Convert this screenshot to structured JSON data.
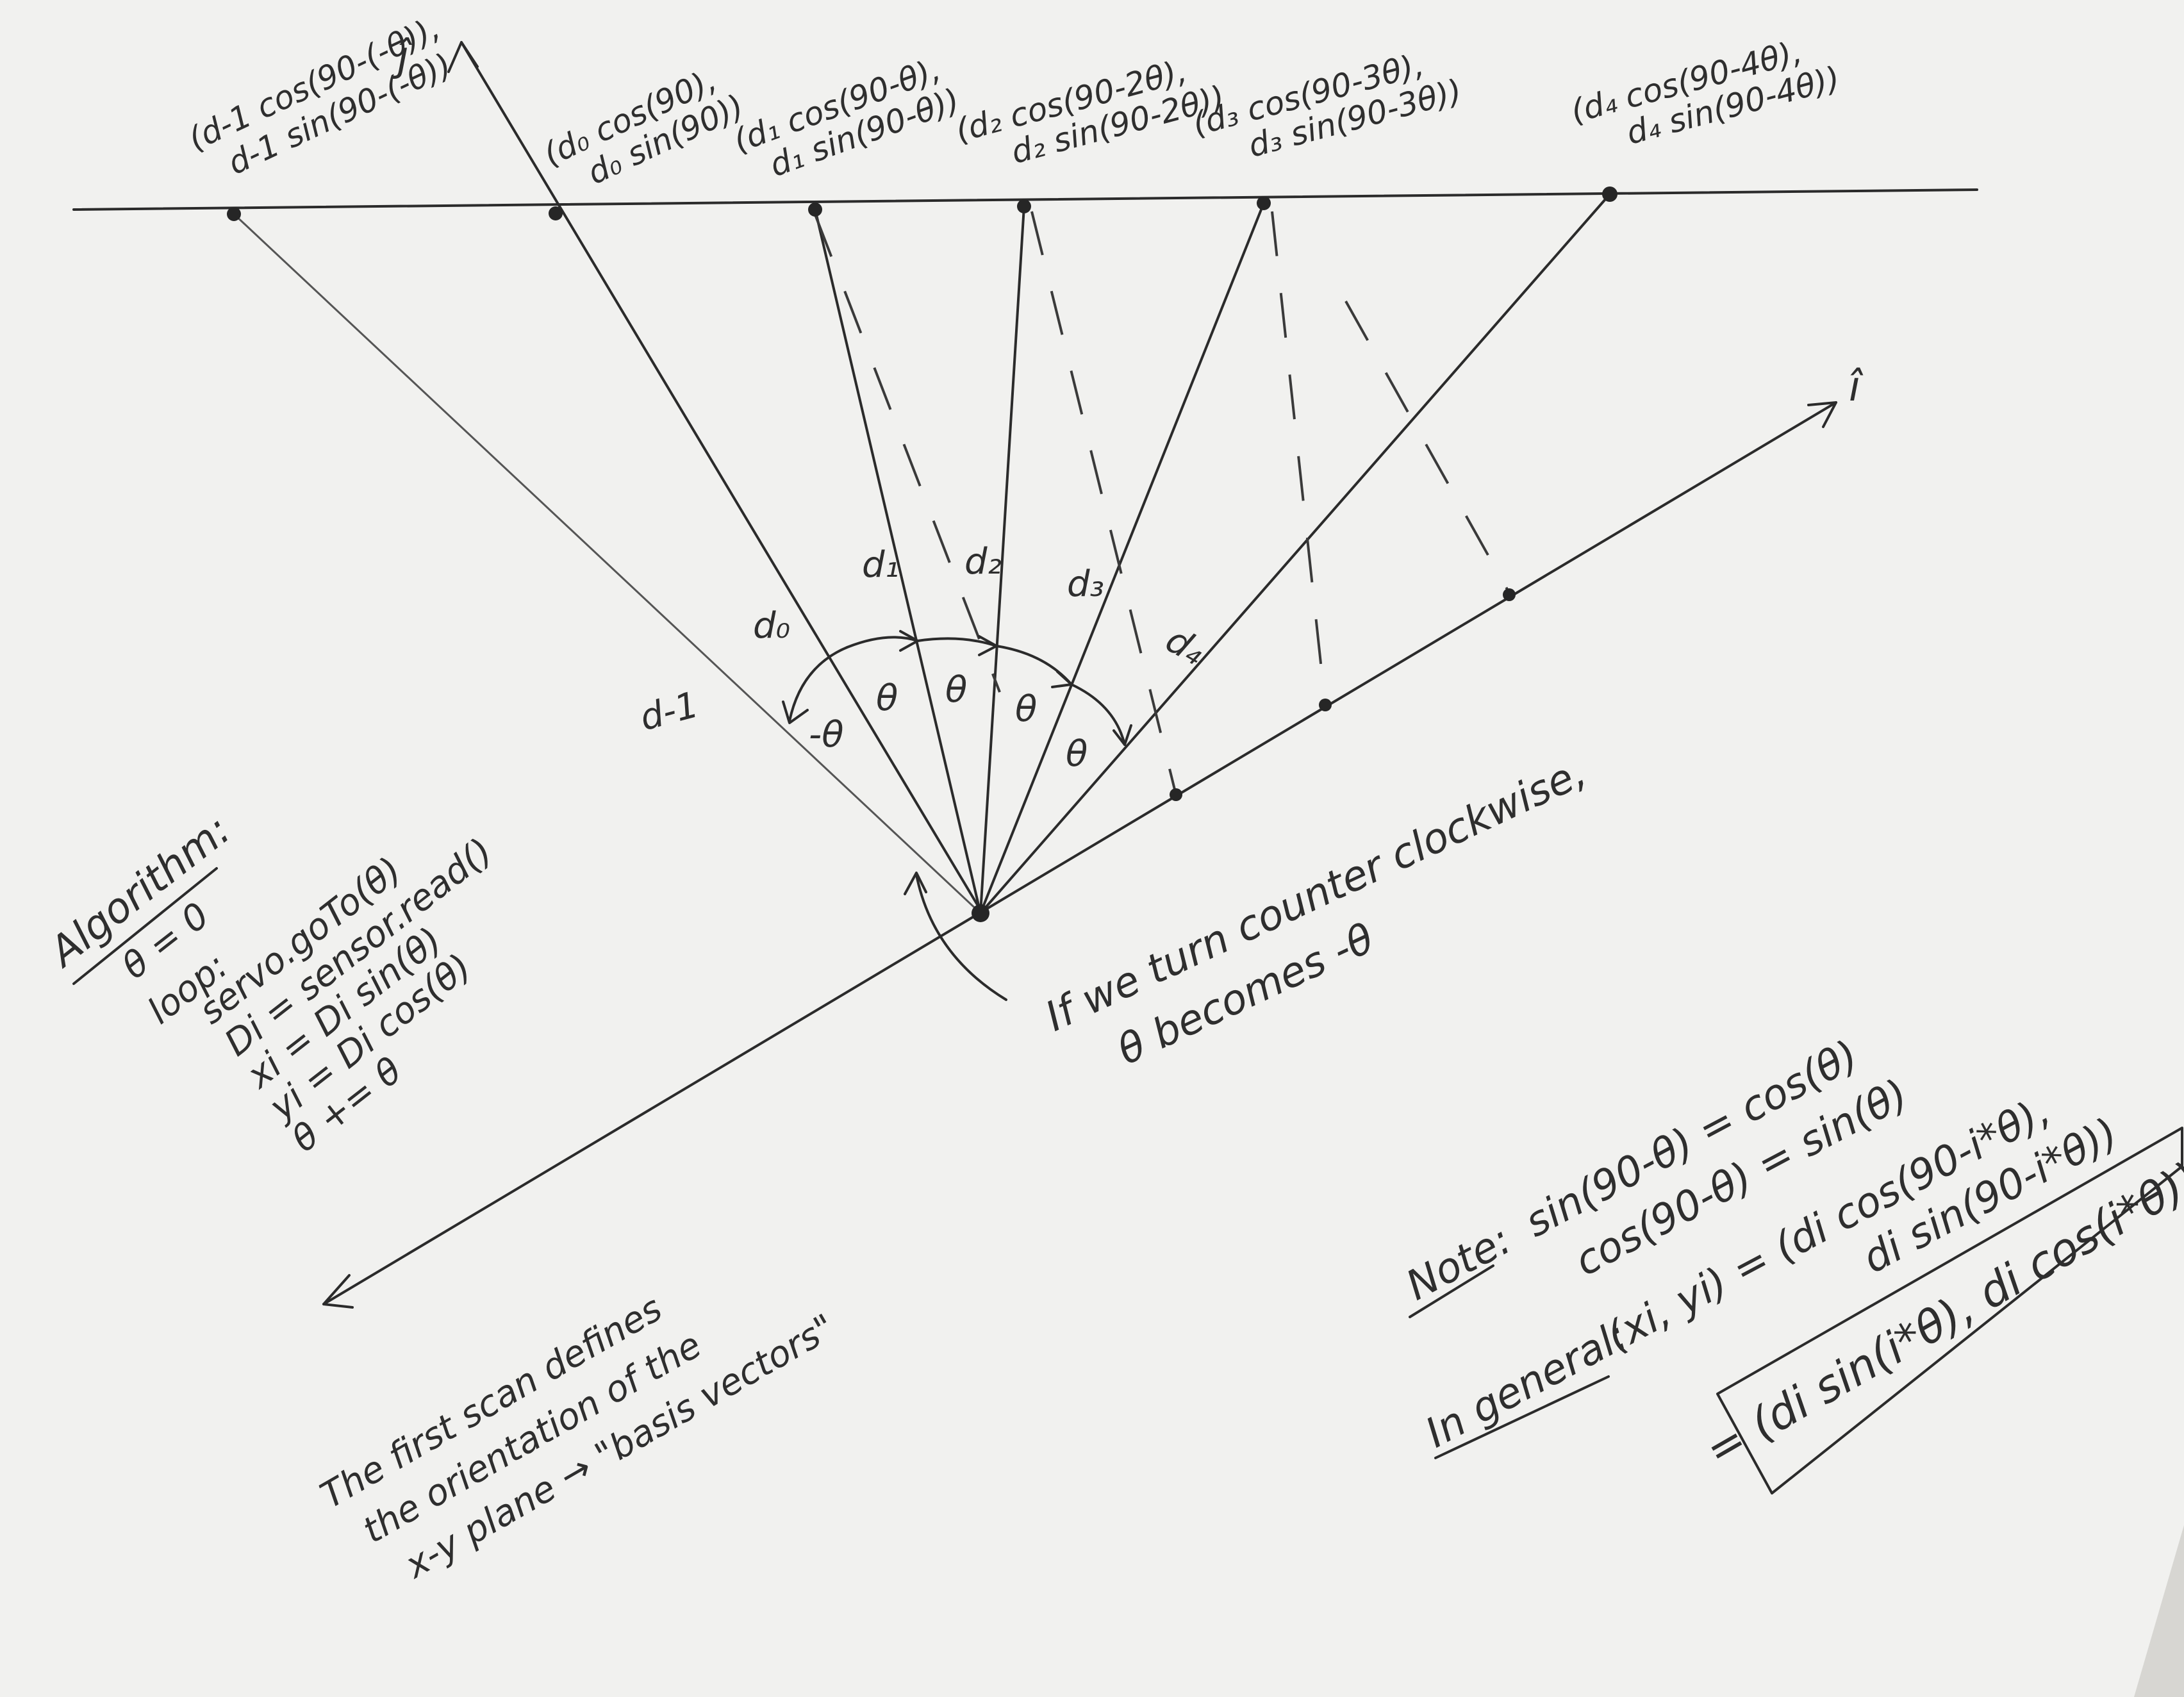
{
  "axes": {
    "j_hat": "ĵ",
    "i_hat": "î"
  },
  "point_labels": [
    {
      "line1": "(d-1 cos(90-(-θ)),",
      "line2": "d-1 sin(90-(-θ))"
    },
    {
      "line1": "(d₀ cos(90),",
      "line2": "d₀ sin(90))"
    },
    {
      "line1": "(d₁ cos(90-θ),",
      "line2": "d₁ sin(90-θ))"
    },
    {
      "line1": "(d₂ cos(90-2θ),",
      "line2": "d₂ sin(90-2θ))"
    },
    {
      "line1": "(d₃ cos(90-3θ),",
      "line2": "d₃ sin(90-3θ))"
    },
    {
      "line1": "(d₄ cos(90-4θ),",
      "line2": "d₄ sin(90-4θ))"
    }
  ],
  "distance_labels": {
    "dm1": "d-1",
    "d0": "d₀",
    "d1": "d₁",
    "d2": "d₂",
    "d3": "d₃",
    "d4": "d₄"
  },
  "angle_labels": {
    "neg": "-θ",
    "theta": "θ"
  },
  "algorithm": {
    "title": "Algorithm:",
    "lines": [
      "θ = 0",
      "loop:",
      "servo.goTo(θ)",
      "Di = sensor.read()",
      "xi = Di sin(θ)",
      "yi = Di cos(θ)",
      "θ += θ"
    ]
  },
  "ccw_note": {
    "line1": "If we turn counter clockwise,",
    "line2": "θ becomes -θ"
  },
  "first_scan_note": {
    "line1": "The first scan defines",
    "line2": "the orientation of the",
    "line3": "x-y plane → \"basis vectors\""
  },
  "identity_note": {
    "label": "Note:",
    "line1": "sin(90-θ) = cos(θ)",
    "line2": "cos(90-θ) = sin(θ)"
  },
  "general_note": {
    "label": "In general:",
    "line1": "(xi, yi) = (di cos(90-i*θ),",
    "line2": "di sin(90-i*θ))",
    "boxed": "= (di sin(i*θ), di cos(i*θ))"
  }
}
